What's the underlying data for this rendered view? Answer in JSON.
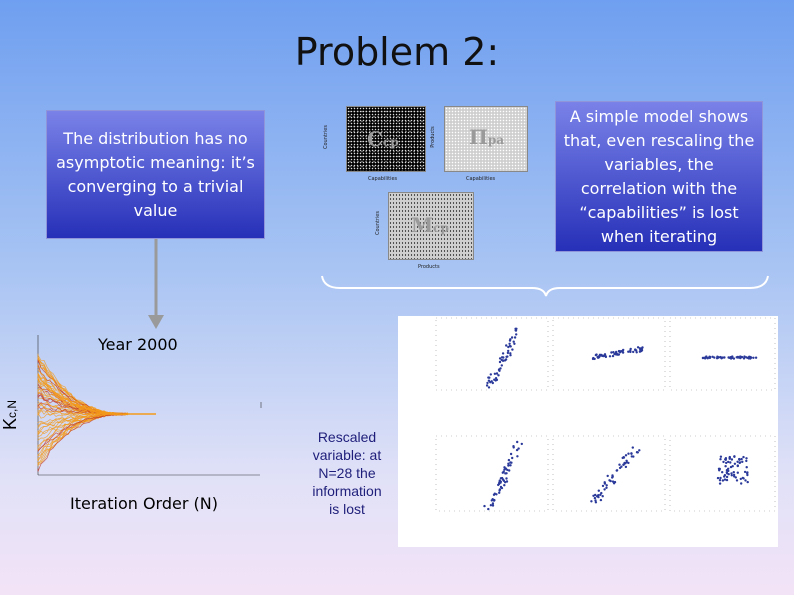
{
  "slide": {
    "title": "Problem 2:",
    "left_box": "The distribution has no asymptotic meaning: it’s converging to a trivial value",
    "right_box": "A simple model shows that, even rescaling the variables, the correlation with the “capabilities” is lost when iterating",
    "year_label": "Year 2000",
    "x_axis_label": "Iteration Order (N)",
    "y_axis_label": "K",
    "y_axis_subscript": "c,N",
    "rescaled_note": "Rescaled variable: at N=28 the information is lost"
  },
  "matrices": {
    "ccp": "C",
    "ccp_sub": "cp",
    "pipa": "Π",
    "pipa_sub": "pa",
    "mcp": "M",
    "mcp_sub": "cp",
    "lbl_capabilities": "Capabilities",
    "lbl_products": "Products",
    "lbl_countries": "Countries"
  },
  "colors": {
    "box_top": "#7a82e8",
    "box_bottom": "#2630b8",
    "curve_orange": "#f29a1a",
    "scatter_blue": "#2b3a9a",
    "arrow_gray": "#9a9a9a"
  }
}
